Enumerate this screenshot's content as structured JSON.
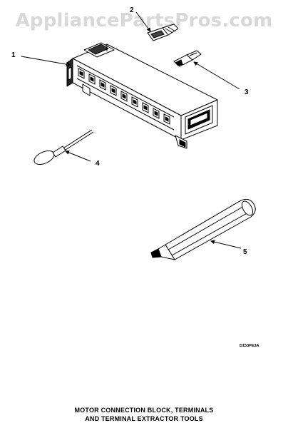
{
  "watermark": "AppliancePartsPros.com",
  "callouts": [
    "1",
    "2",
    "3",
    "4",
    "5"
  ],
  "diagram_code": "D153PE3A",
  "caption": {
    "line1": "MOTOR CONNECTION BLOCK, TERMINALS",
    "line2": "AND TERMINAL EXTRACTOR TOOLS"
  }
}
